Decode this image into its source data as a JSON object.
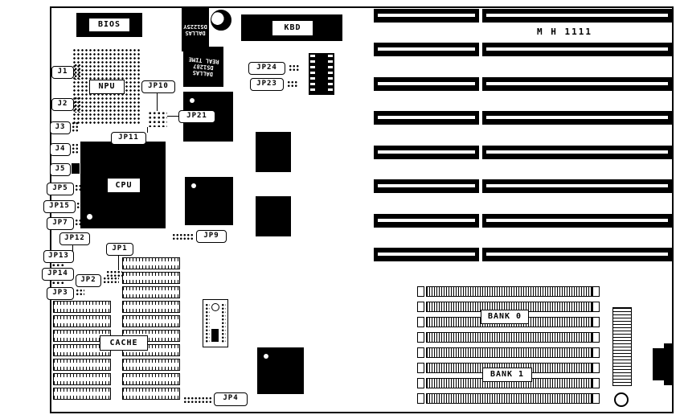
{
  "board_id": "M H 1111",
  "chips": {
    "bios": "BIOS",
    "kbd": "KBD",
    "npu": "NPU",
    "cpu": "CPU",
    "cache": "CACHE",
    "ds1225y": {
      "line1": "DALLAS",
      "line2": "DS1225Y"
    },
    "ds1287": {
      "line1": "DALLAS",
      "line2": "DS1287",
      "line3": "REAL TIME"
    }
  },
  "memory": {
    "bank0": "BANK 0",
    "bank1": "BANK 1"
  },
  "jumpers": {
    "j1": "J1",
    "j2": "J2",
    "j3": "J3",
    "j4": "J4",
    "j5": "J5",
    "jp1": "JP1",
    "jp2": "JP2",
    "jp3": "JP3",
    "jp4": "JP4",
    "jp5": "JP5",
    "jp7": "JP7",
    "jp9": "JP9",
    "jp10": "JP10",
    "jp11": "JP11",
    "jp12": "JP12",
    "jp13": "JP13",
    "jp14": "JP14",
    "jp15": "JP15",
    "jp21": "JP21",
    "jp23": "JP23",
    "jp24": "JP24"
  },
  "colors": {
    "ink": "#000000",
    "paper": "#ffffff"
  }
}
